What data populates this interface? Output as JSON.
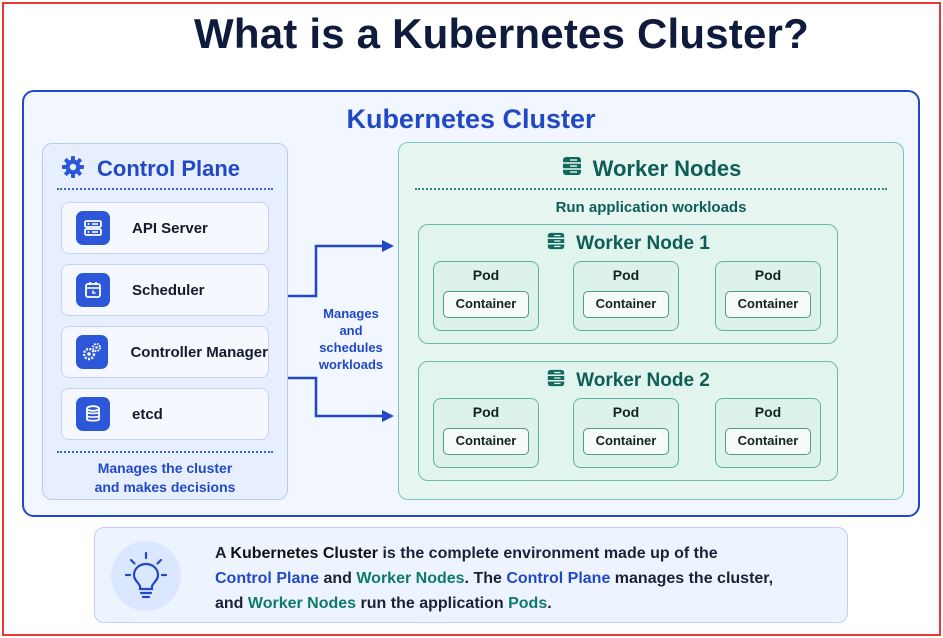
{
  "title": "What is a Kubernetes Cluster?",
  "cluster": {
    "title": "Kubernetes Cluster"
  },
  "control_plane": {
    "title": "Control Plane",
    "icon": "gear-icon",
    "components": [
      {
        "label": "API Server",
        "icon": "server-icon"
      },
      {
        "label": "Scheduler",
        "icon": "calendar-icon"
      },
      {
        "label": "Controller Manager",
        "icon": "gears-icon"
      },
      {
        "label": "etcd",
        "icon": "database-icon"
      }
    ],
    "footer_line1": "Manages the cluster",
    "footer_line2": "and makes decisions"
  },
  "connector": {
    "line1": "Manages",
    "line2": "and",
    "line3": "schedules",
    "line4": "workloads"
  },
  "worker_nodes": {
    "title": "Worker Nodes",
    "subtitle": "Run application workloads",
    "nodes": [
      {
        "title": "Worker Node 1",
        "pods": [
          {
            "label": "Pod",
            "container": "Container"
          },
          {
            "label": "Pod",
            "container": "Container"
          },
          {
            "label": "Pod",
            "container": "Container"
          }
        ]
      },
      {
        "title": "Worker Node 2",
        "pods": [
          {
            "label": "Pod",
            "container": "Container"
          },
          {
            "label": "Pod",
            "container": "Container"
          },
          {
            "label": "Pod",
            "container": "Container"
          }
        ]
      }
    ]
  },
  "note": {
    "icon": "lightbulb-icon",
    "p1": "A ",
    "k1": "Kubernetes Cluster",
    "p2": " is the complete environment made up of the",
    "k2": "Control Plane",
    "p3": " and ",
    "k3": "Worker Nodes",
    "p4": ". The ",
    "k4": "Control Plane",
    "p5": " manages the cluster,",
    "p6": "and ",
    "k5": "Worker Nodes",
    "p7": " run the application ",
    "k6": "Pods",
    "p8": "."
  },
  "colors": {
    "navy": "#0f1b3d",
    "blue": "#2149c6",
    "teal": "#0e5e56",
    "frame": "#e53935"
  }
}
